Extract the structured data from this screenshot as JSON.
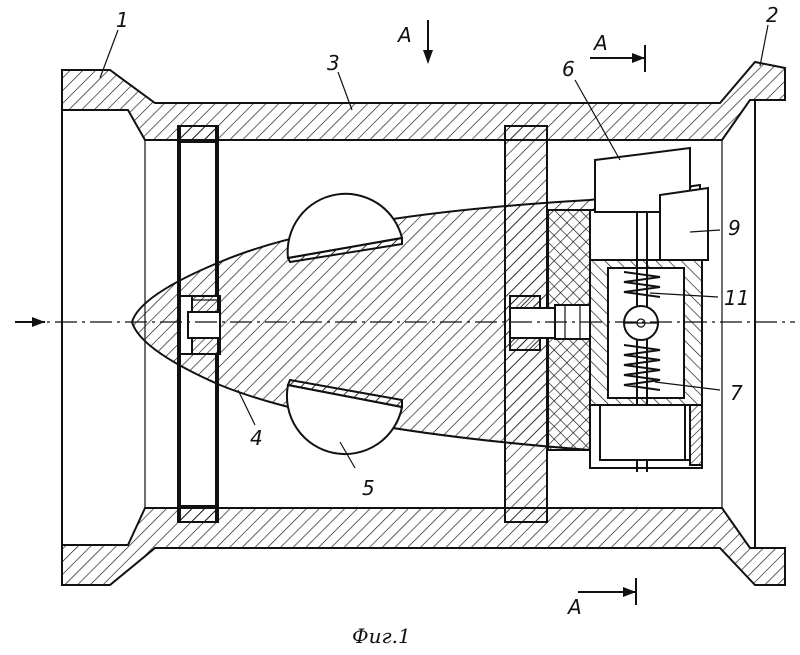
{
  "figure": {
    "caption": "Фиг.1",
    "section_mark": "A",
    "part_labels": [
      "1",
      "2",
      "3",
      "4",
      "5",
      "6",
      "7",
      "9",
      "11"
    ]
  }
}
